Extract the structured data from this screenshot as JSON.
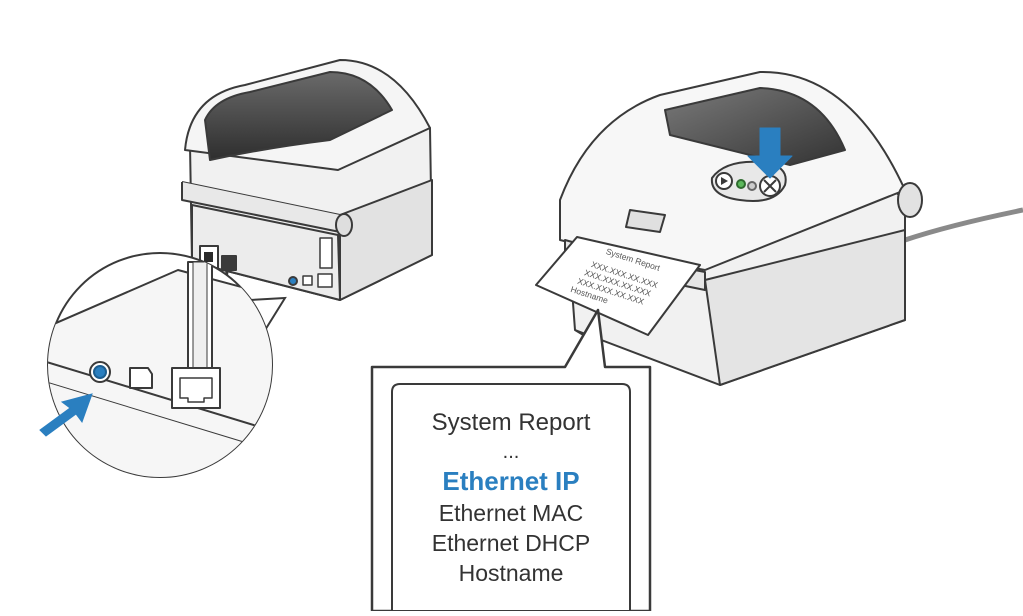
{
  "colors": {
    "accent_blue": "#2a7fc0",
    "outline": "#3a3a3a",
    "body_light": "#f1f1f1",
    "body_shade": "#dcdcdc",
    "window_dark": "#3c3c3c",
    "led_green": "#5cb85c"
  },
  "paper_slip": {
    "title": "System Report",
    "lines": [
      "XXX.XXX.XX.XXX",
      "XXX.XXX.XX.XXX",
      "XXX.XXX.XX.XXX",
      "Hostname"
    ]
  },
  "callout": {
    "title": "System Report",
    "ellipsis": "...",
    "highlight": "Ethernet IP",
    "lines": [
      "Ethernet MAC",
      "Ethernet DHCP",
      "Hostname"
    ]
  }
}
